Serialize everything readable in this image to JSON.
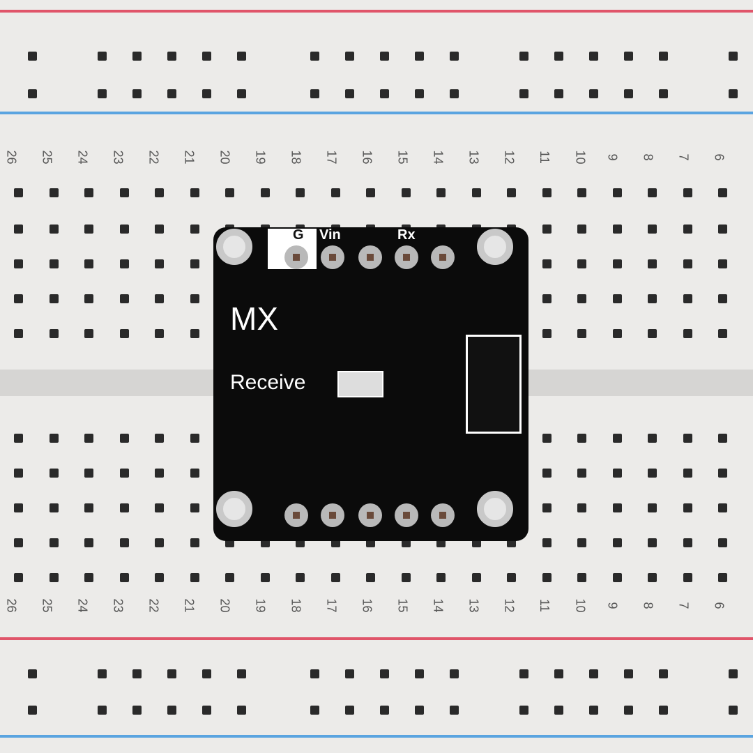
{
  "scene": "Breadboard with black sensor module",
  "module": {
    "pin_labels": [
      "G",
      "Vin",
      "Rx"
    ],
    "label": "Receive",
    "logo": "MX"
  },
  "column_numbers": [
    "26",
    "25",
    "24",
    "23",
    "22",
    "21",
    "20",
    "19",
    "18",
    "17",
    "16",
    "15",
    "14",
    "13",
    "12",
    "11",
    "10",
    "9",
    "8",
    "7",
    "6"
  ],
  "colors": {
    "rail_red": "#e0556a",
    "rail_blue": "#5aa4e0",
    "pcb": "#0b0b0b",
    "board": "#ecebe9"
  }
}
